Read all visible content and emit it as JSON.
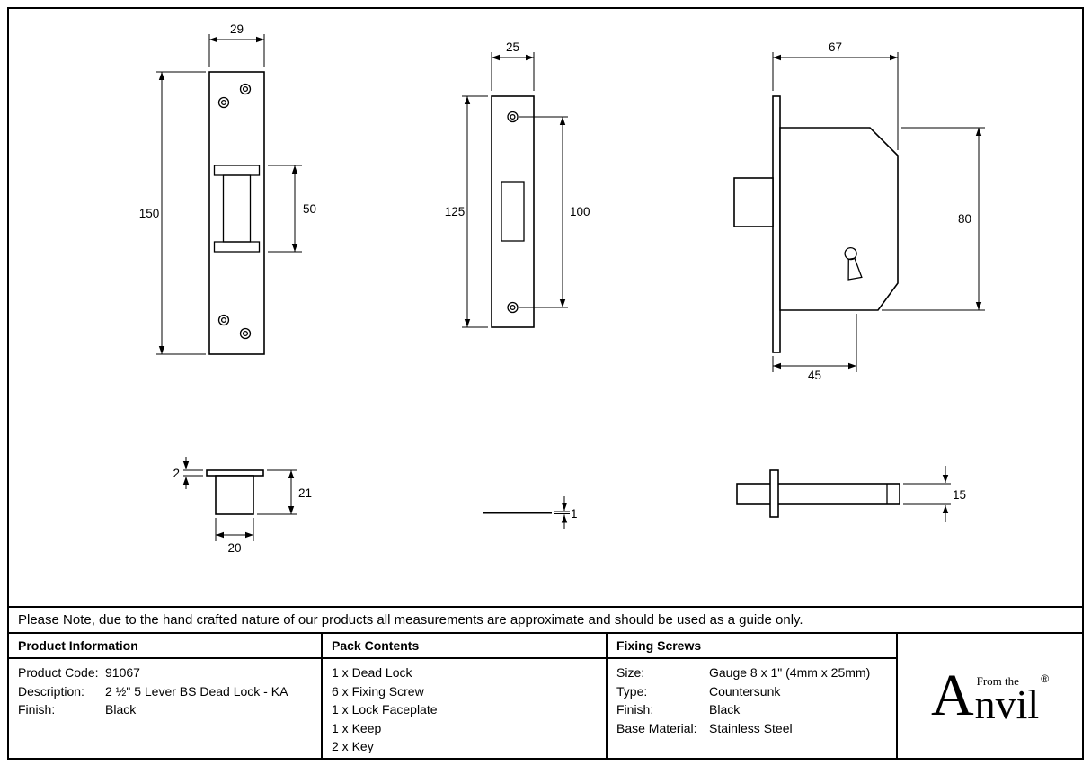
{
  "sheet": {
    "note": "Please Note, due to the hand crafted nature of our products all measurements are approximate and should be used as a guide only."
  },
  "dimensions": {
    "keep_front": {
      "width": "29",
      "height": "150",
      "cutout_height": "50"
    },
    "faceplate_front": {
      "width": "25",
      "height": "125",
      "hole_spacing": "100"
    },
    "lock_body": {
      "depth": "67",
      "height": "80",
      "case_depth": "45"
    },
    "keep_side": {
      "flange_thickness": "2",
      "height": "21",
      "width": "20"
    },
    "faceplate_side": {
      "thickness": "1"
    },
    "bolt_side": {
      "height": "15"
    }
  },
  "table": {
    "product_information": {
      "header": "Product Information",
      "rows": [
        {
          "label": "Product Code:",
          "value": "91067"
        },
        {
          "label": "Description:",
          "value": "2 ½\" 5 Lever BS Dead Lock - KA"
        },
        {
          "label": "Finish:",
          "value": "Black"
        }
      ]
    },
    "pack_contents": {
      "header": "Pack Contents",
      "items": [
        "1 x Dead Lock",
        "6 x Fixing Screw",
        "1 x Lock Faceplate",
        "1 x Keep",
        "2 x Key"
      ]
    },
    "fixing_screws": {
      "header": "Fixing Screws",
      "rows": [
        {
          "label": "Size:",
          "value": "Gauge 8 x 1\" (4mm x 25mm)"
        },
        {
          "label": "Type:",
          "value": "Countersunk"
        },
        {
          "label": "Finish:",
          "value": "Black"
        },
        {
          "label": "Base Material:",
          "value": "Stainless Steel"
        }
      ]
    }
  },
  "logo": {
    "from_the": "From the",
    "name_initial": "A",
    "name_rest": "nvil",
    "registered": "®"
  }
}
